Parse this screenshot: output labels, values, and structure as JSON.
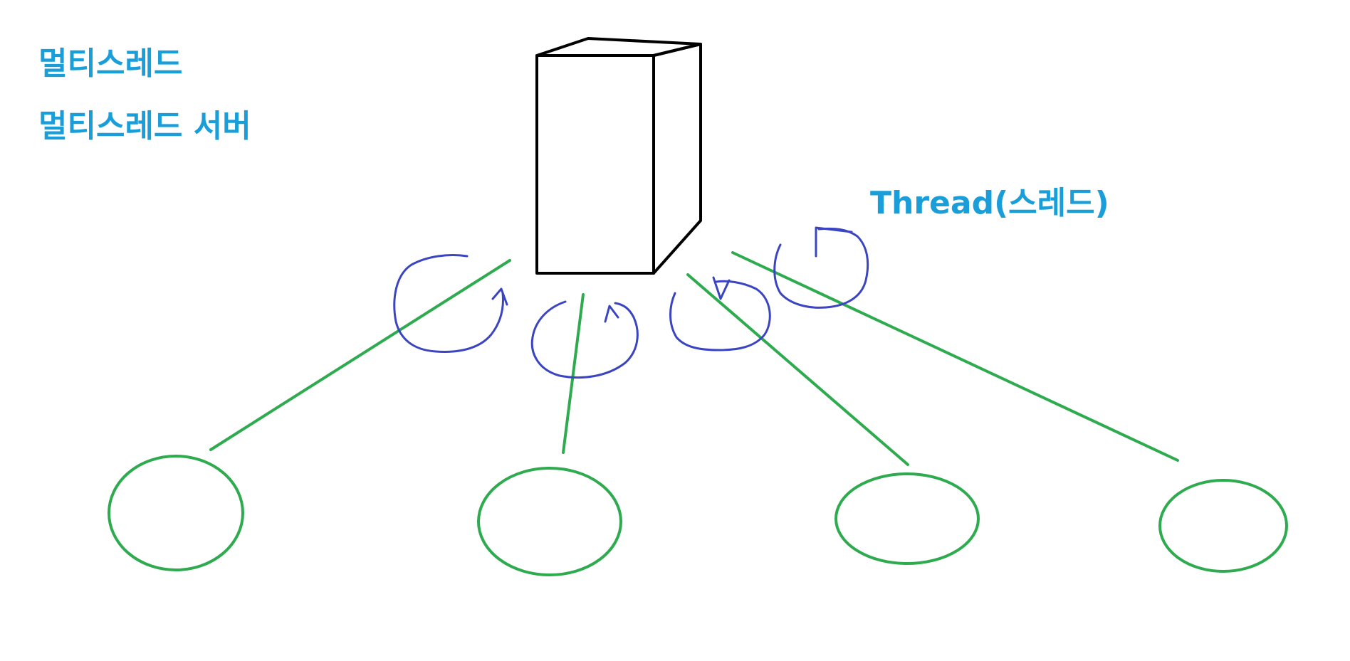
{
  "labels": {
    "title_1": "멀티스레드",
    "title_2": "멀티스레드 서버",
    "thread_label": "Thread(스레드)"
  },
  "colors": {
    "label_text": "#1a9ed9",
    "server_stroke": "#000000",
    "connection_green": "#2eaa4f",
    "thread_arrow_blue": "#3b45c2"
  },
  "diagram": {
    "server": {
      "shape": "3d-box",
      "icon": "server-box"
    },
    "clients": [
      {
        "shape": "ellipse"
      },
      {
        "shape": "ellipse"
      },
      {
        "shape": "ellipse"
      },
      {
        "shape": "ellipse"
      }
    ],
    "thread_count": 4
  }
}
